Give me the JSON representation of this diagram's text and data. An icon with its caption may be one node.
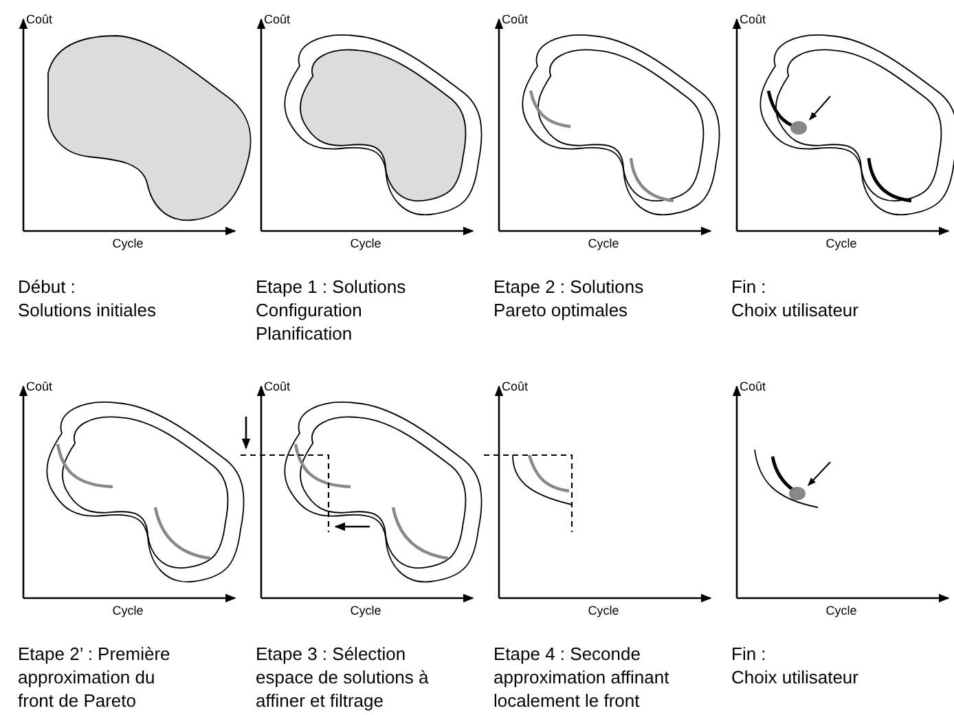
{
  "diagram": {
    "nodes": [
      {
        "text": [
          "Coût",
          "Cycle"
        ],
        "beside": [
          "Début :",
          "Solutions initiales"
        ]
      },
      {
        "text": [
          "Coût",
          "Cycle"
        ],
        "beside": [
          "Etape 1 : Solutions",
          "Configuration",
          "Planification"
        ]
      },
      {
        "text": [
          "Coût",
          "Cycle"
        ],
        "beside": [
          "Etape 2 : Solutions",
          "Pareto optimales"
        ]
      },
      {
        "text": [
          "Coût",
          "Cycle"
        ],
        "beside": [
          "Fin :",
          "Choix utilisateur"
        ]
      },
      {
        "text": [
          "Coût",
          "Cycle"
        ],
        "beside": [
          "Etape 2’ : Première approximation du front de Pareto"
        ]
      },
      {
        "text": [
          "Coût",
          "Cycle"
        ],
        "beside": [
          "Etape 3 : Sélection espace de solutions à affiner et filtrage"
        ]
      },
      {
        "text": [
          "Coût",
          "Cycle"
        ],
        "beside": [
          "Etape 4 : Seconde approximation affinant localement le front"
        ]
      },
      {
        "text": [
          "Coût",
          "Cycle"
        ],
        "beside": [
          "Fin :",
          "Choix utilisateur"
        ]
      }
    ],
    "edges": []
  }
}
